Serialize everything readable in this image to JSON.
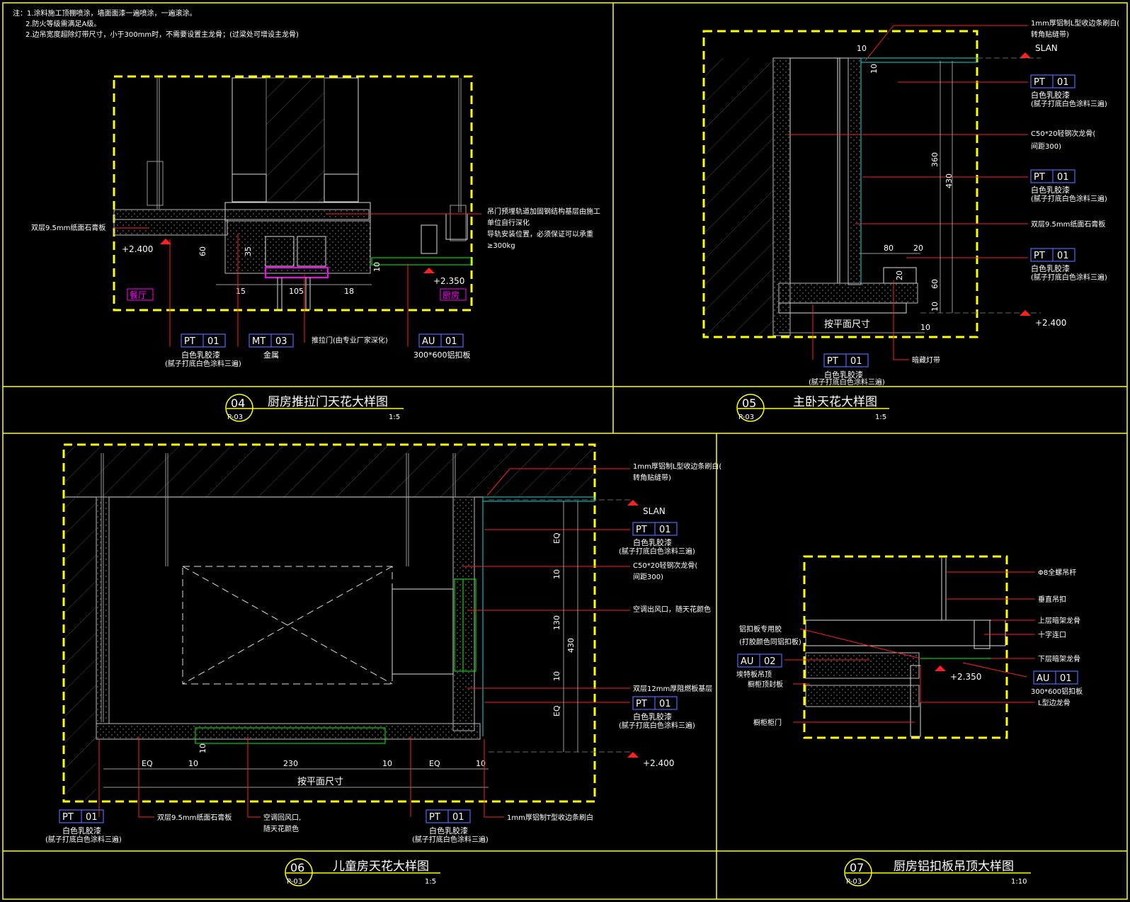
{
  "notes": [
    "注：1.涂料施工顶棚喷涂，墙面面漆一遍喷涂，一遍滚涂。",
    "2.防火等级需满足A级。",
    "2.边吊宽度超除灯带尺寸，小于300mm时，不需要设置主龙骨；(过梁处可增设主龙骨)"
  ],
  "d04": {
    "num": "04",
    "sheet": "P-03",
    "title": "厨房推拉门天花大样图",
    "scale": "1:5",
    "left_label": "双层9.5mm纸面石膏板",
    "right_note": [
      "吊门预埋轨道加固钢结构基层由施工",
      "单位自行深化",
      "导轨安装位置，必须保证可以承重",
      "≥300kg"
    ],
    "level1": "+2.400",
    "level2": "+2.350",
    "room_left": "餐厅",
    "room_right": "厨房",
    "dims": [
      "15",
      "105",
      "18",
      "60",
      "35",
      "10"
    ],
    "tag1": {
      "code": "PT",
      "no": "01",
      "l1": "白色乳胶漆",
      "l2": "(腻子打底白色涂料三遍)"
    },
    "tag2": {
      "code": "MT",
      "no": "03",
      "l1": "金属"
    },
    "tag3": {
      "l1": "推拉门(由专业厂家深化)"
    },
    "tag4": {
      "code": "AU",
      "no": "01",
      "l1": "300*600铝扣板"
    }
  },
  "d05": {
    "num": "05",
    "sheet": "P-03",
    "title": "主卧天花大样图",
    "scale": "1:5",
    "top_note": [
      "1mm厚铝制L型收边条刷白(",
      "转角贴缝带)"
    ],
    "slan": "SLAN",
    "tags": [
      {
        "code": "PT",
        "no": "01",
        "l1": "白色乳胶漆",
        "l2": "(腻子打底白色涂料三遍)"
      },
      {
        "code": "PT",
        "no": "01",
        "l1": "白色乳胶漆",
        "l2": "(腻子打底白色涂料三遍)"
      },
      {
        "code": "PT",
        "no": "01",
        "l1": "白色乳胶漆",
        "l2": "(腻子打底白色涂料三遍)"
      }
    ],
    "keel": [
      "C50*20轻钢次龙骨(",
      "间距300)"
    ],
    "board": "双层9.5mm纸面石膏板",
    "level": "+2.400",
    "dims": [
      "10",
      "10",
      "360",
      "430",
      "80",
      "20",
      "20",
      "60",
      "10",
      "10"
    ],
    "bottom_tag": {
      "code": "PT",
      "no": "01",
      "l1": "白色乳胶漆",
      "l2": "(腻子打底白色涂料三遍)"
    },
    "light": "暗藏灯带",
    "plan": "按平面尺寸"
  },
  "d06": {
    "num": "06",
    "sheet": "P-03",
    "title": "儿童房天花大样图",
    "scale": "1:5",
    "top_note": [
      "1mm厚铝制L型收边条刷白(",
      "转角贴缝带)"
    ],
    "slan": "SLAN",
    "tag_a": {
      "code": "PT",
      "no": "01",
      "l1": "白色乳胶漆",
      "l2": "(腻子打底白色涂料三遍)"
    },
    "keel": [
      "C50*20轻钢次龙骨(",
      "间距300)"
    ],
    "outlet": "空调出风口，随天花颜色",
    "fire": "双层12mm厚阻燃板基层",
    "tag_b": {
      "code": "PT",
      "no": "01",
      "l1": "白色乳胶漆",
      "l2": "(腻子打底白色涂料三遍)"
    },
    "level": "+2.400",
    "dims_v": [
      "EQ",
      "10",
      "130",
      "10",
      "EQ",
      "430"
    ],
    "dims_h": [
      "EQ",
      "10",
      "230",
      "10",
      "EQ",
      "10",
      "10"
    ],
    "plan": "按平面尺寸",
    "bottom_tag1": {
      "code": "PT",
      "no": "01",
      "l1": "白色乳胶漆",
      "l2": "(腻子打底白色涂料三遍)"
    },
    "board": "双层9.5mm纸面石膏板",
    "return": [
      "空调回风口,",
      "随天花颜色"
    ],
    "bottom_tag2": {
      "code": "PT",
      "no": "01",
      "l1": "白色乳胶漆",
      "l2": "(腻子打底白色涂料三遍)"
    },
    "trim": "1mm厚铝制T型收边条刷白"
  },
  "d07": {
    "num": "07",
    "sheet": "P-03",
    "title": "厨房铝扣板吊顶大样图",
    "scale": "1:10",
    "right": [
      "Φ8全螺吊杆",
      "垂直吊扣",
      "上层暗架龙骨",
      "十字连口",
      "下层暗架龙骨"
    ],
    "glue": [
      "铝扣板专用胶",
      "(打胶颜色同铝扣板)"
    ],
    "tag_au2": {
      "code": "AU",
      "no": "02",
      "l1": "埃特板吊顶",
      "l2": "橱柜顶封板"
    },
    "door": "橱柜柜门",
    "level": "+2.350",
    "tag_au1": {
      "code": "AU",
      "no": "01",
      "l1": "300*600铝扣板"
    },
    "lkeel": "L型边龙骨"
  },
  "colors": {
    "frame": "#ffff00",
    "leader": "#ff2020",
    "tag": "#4a6bff",
    "room": "#ff00ff",
    "green": "#00ff00"
  }
}
